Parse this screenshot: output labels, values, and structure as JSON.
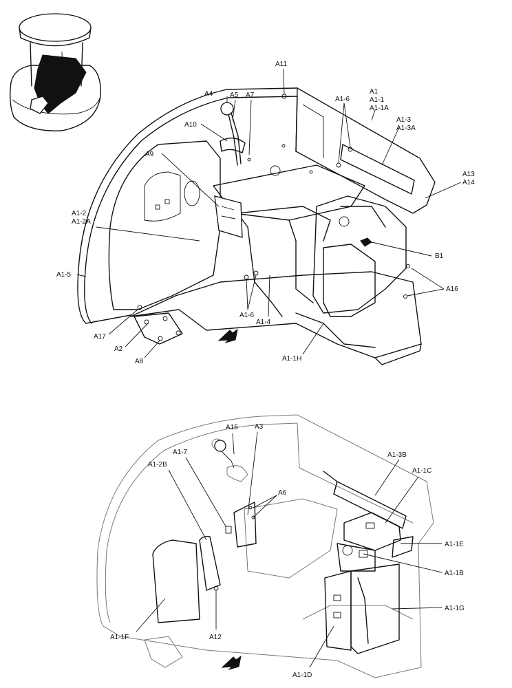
{
  "callouts_top": [
    {
      "id": "a11",
      "text": "A11"
    },
    {
      "id": "a1",
      "text": "A1"
    },
    {
      "id": "a1-1",
      "text": "A1-1"
    },
    {
      "id": "a1-1a",
      "text": "A1-1A"
    },
    {
      "id": "a4",
      "text": "A4"
    },
    {
      "id": "a5",
      "text": "A5"
    },
    {
      "id": "a7",
      "text": "A7"
    },
    {
      "id": "a1-6-top",
      "text": "A1-6"
    },
    {
      "id": "a1-3",
      "text": "A1-3"
    },
    {
      "id": "a1-3a",
      "text": "A1-3A"
    },
    {
      "id": "a10",
      "text": "A10"
    },
    {
      "id": "a9",
      "text": "A9"
    },
    {
      "id": "a13",
      "text": "A13"
    },
    {
      "id": "a14",
      "text": "A14"
    },
    {
      "id": "a1-2",
      "text": "A1-2"
    },
    {
      "id": "a1-2a",
      "text": "A1-2A"
    },
    {
      "id": "b1",
      "text": "B1"
    },
    {
      "id": "a1-5",
      "text": "A1-5"
    },
    {
      "id": "a16",
      "text": "A16"
    },
    {
      "id": "a1-6-bottom",
      "text": "A1-6"
    },
    {
      "id": "a1-4",
      "text": "A1-4"
    },
    {
      "id": "a17",
      "text": "A17"
    },
    {
      "id": "a2",
      "text": "A2"
    },
    {
      "id": "a8",
      "text": "A8"
    },
    {
      "id": "a1-1h",
      "text": "A1-1H"
    }
  ],
  "callouts_bottom": [
    {
      "id": "a15",
      "text": "A15"
    },
    {
      "id": "a3",
      "text": "A3"
    },
    {
      "id": "a1-7",
      "text": "A1-7"
    },
    {
      "id": "a1-2b",
      "text": "A1-2B"
    },
    {
      "id": "a6",
      "text": "A6"
    },
    {
      "id": "a1-3b",
      "text": "A1-3B"
    },
    {
      "id": "a1-1c",
      "text": "A1-1C"
    },
    {
      "id": "a1-1e",
      "text": "A1-1E"
    },
    {
      "id": "a1-1b",
      "text": "A1-1B"
    },
    {
      "id": "a1-1g",
      "text": "A1-1G"
    },
    {
      "id": "a12",
      "text": "A12"
    },
    {
      "id": "a1-1f",
      "text": "A1-1F"
    },
    {
      "id": "a1-1d",
      "text": "A1-1D"
    }
  ]
}
